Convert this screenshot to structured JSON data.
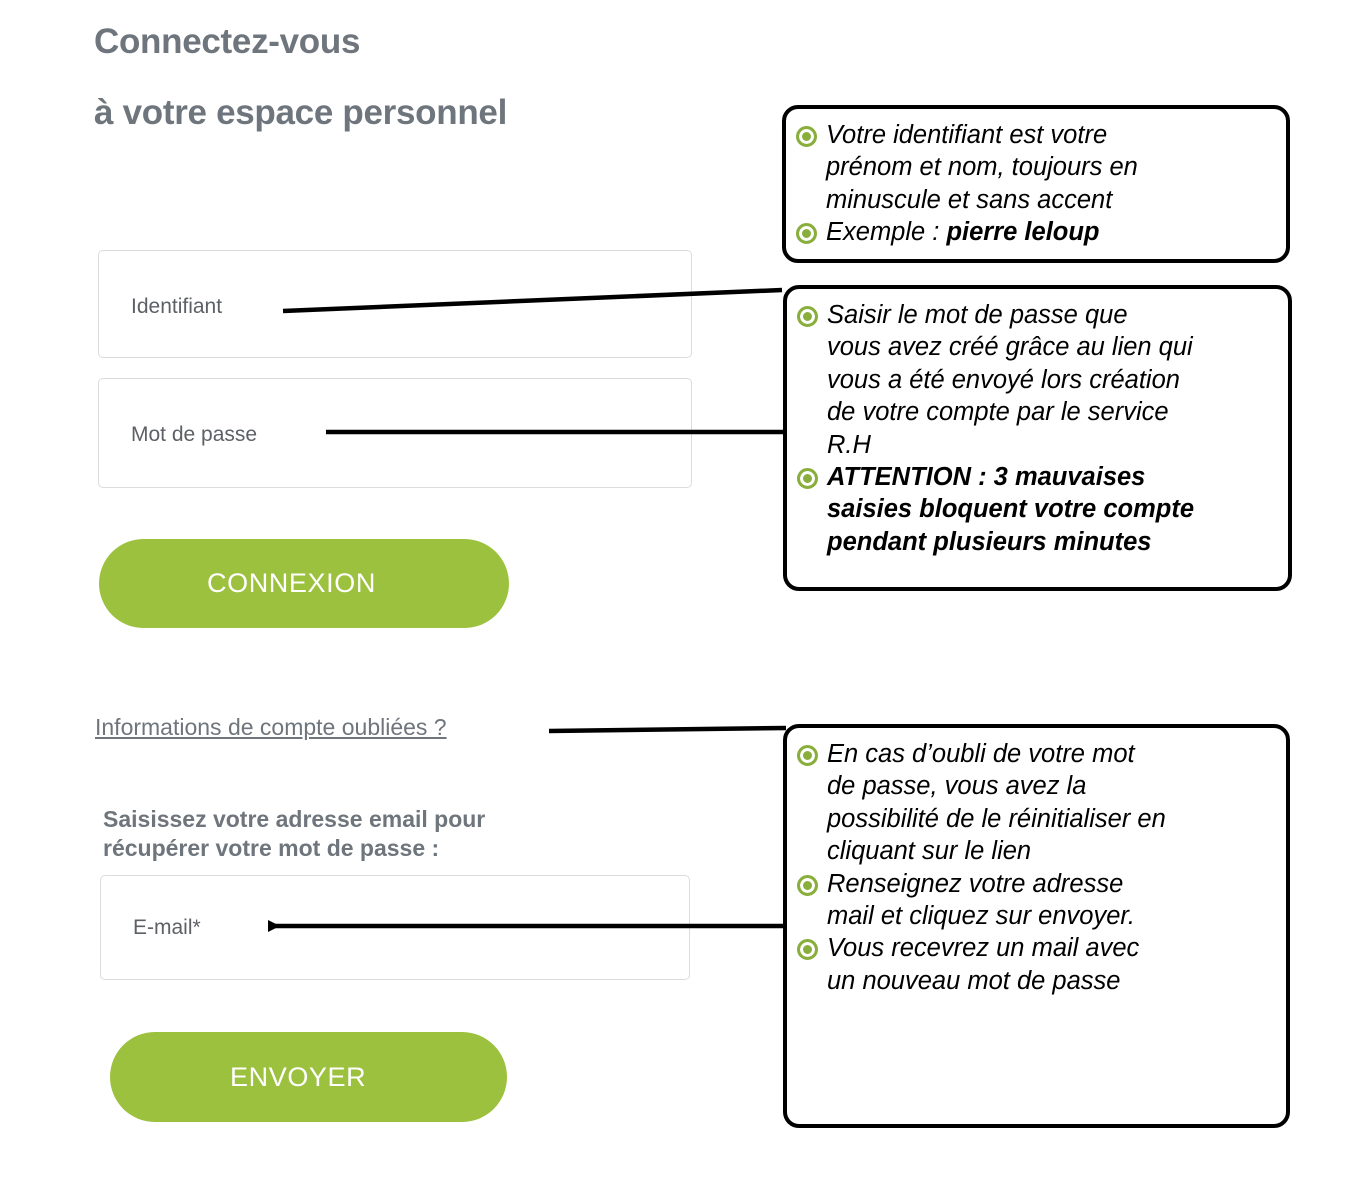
{
  "page": {
    "title_line1": "Connectez-vous",
    "title_line2": "à votre espace personnel",
    "accent_green": "#9cc13e",
    "bullet_green": "#8aae3c",
    "heading_gray": "#6e757c",
    "field_border": "#dcdcdc",
    "callout_border": "#000000"
  },
  "login_form": {
    "identifiant_label": "Identifiant",
    "password_label": "Mot de passe",
    "connexion_button": "CONNEXION",
    "forgot_link": "Informations de compte oubliées ?"
  },
  "recover_form": {
    "prompt_line1": "Saisissez votre adresse email pour",
    "prompt_line2": "récupérer votre mot de passe :",
    "email_label": "E-mail*",
    "envoyer_button": "ENVOYER"
  },
  "callouts": [
    {
      "id": "identifiant-callout",
      "lines": [
        {
          "bullet": true,
          "bold": false,
          "text": "Votre identifiant est votre"
        },
        {
          "bullet": false,
          "bold": false,
          "text": "prénom et nom, toujours en"
        },
        {
          "bullet": false,
          "bold": false,
          "text": "minuscule et sans accent"
        },
        {
          "bullet": true,
          "bold": false,
          "text": "Exemple : ",
          "bold_tail": "pierre leloup"
        }
      ]
    },
    {
      "id": "password-callout",
      "lines": [
        {
          "bullet": true,
          "bold": false,
          "text": "Saisir le mot de passe que"
        },
        {
          "bullet": false,
          "bold": false,
          "text": "vous avez créé grâce au lien qui"
        },
        {
          "bullet": false,
          "bold": false,
          "text": "vous a été envoyé lors création"
        },
        {
          "bullet": false,
          "bold": false,
          "text": "de votre compte par le service"
        },
        {
          "bullet": false,
          "bold": false,
          "text": "R.H"
        },
        {
          "bullet": true,
          "bold": true,
          "text": "ATTENTION : 3 mauvaises"
        },
        {
          "bullet": false,
          "bold": true,
          "text": "saisies bloquent votre compte"
        },
        {
          "bullet": false,
          "bold": true,
          "text": "pendant plusieurs minutes"
        }
      ]
    },
    {
      "id": "recover-callout",
      "lines": [
        {
          "bullet": true,
          "bold": false,
          "text": "En cas d’oubli de votre mot"
        },
        {
          "bullet": false,
          "bold": false,
          "text": "de passe, vous avez la"
        },
        {
          "bullet": false,
          "bold": false,
          "text": "possibilité de le réinitialiser en"
        },
        {
          "bullet": false,
          "bold": false,
          "text": "cliquant sur le lien"
        },
        {
          "bullet": true,
          "bold": false,
          "text": "Renseignez votre adresse"
        },
        {
          "bullet": false,
          "bold": false,
          "text": "mail et cliquez sur envoyer."
        },
        {
          "bullet": true,
          "bold": false,
          "text": "Vous recevrez un mail avec"
        },
        {
          "bullet": false,
          "bold": false,
          "text": "un nouveau mot de passe"
        }
      ]
    }
  ],
  "annotations": {
    "leader_identifiant": "leader-line-identifiant",
    "leader_password": "leader-line-password",
    "leader_forgot": "leader-line-forgot",
    "leader_email_arrow": "leader-arrow-email"
  }
}
